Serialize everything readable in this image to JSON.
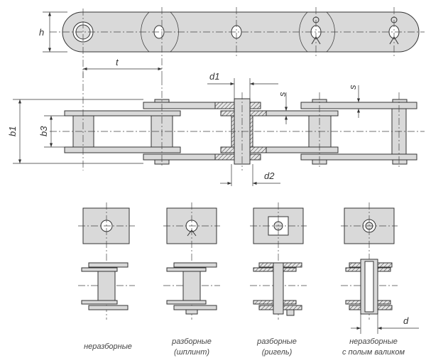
{
  "dimensions": {
    "h": "h",
    "t": "t",
    "d1": "d1",
    "s_left": "s",
    "s_right": "s",
    "b1": "b1",
    "b3": "b3",
    "d2": "d2",
    "d": "d"
  },
  "variants": [
    {
      "line1": "неразборные",
      "line2": ""
    },
    {
      "line1": "разборные",
      "line2": "(шплинт)"
    },
    {
      "line1": "разборные",
      "line2": "(ригель)"
    },
    {
      "line1": "неразборные",
      "line2": "с полым валиком"
    }
  ]
}
